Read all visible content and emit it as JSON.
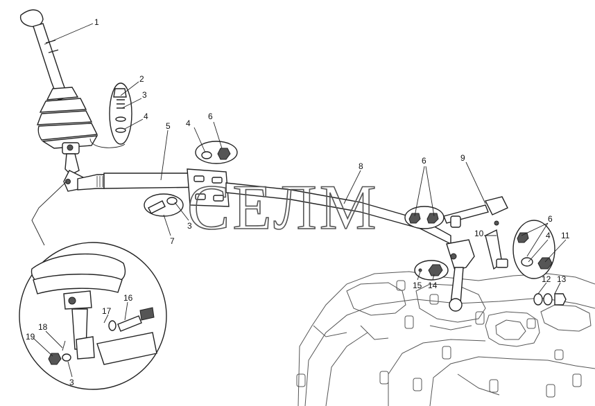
{
  "watermark": "СЕЛМ",
  "callouts": {
    "c1": "1",
    "c2": "2",
    "c3a": "3",
    "c4a": "4",
    "c5": "5",
    "c4b": "4",
    "c6a": "6",
    "c7": "7",
    "c3b": "3",
    "c8": "8",
    "c6b": "6",
    "c9": "9",
    "c10": "10",
    "c6c": "6",
    "c4c": "4",
    "c11": "11",
    "c15": "15",
    "c14": "14",
    "c12": "12",
    "c13": "13",
    "c16": "16",
    "c17": "17",
    "c18": "18",
    "c19": "19",
    "c3c": "3"
  }
}
